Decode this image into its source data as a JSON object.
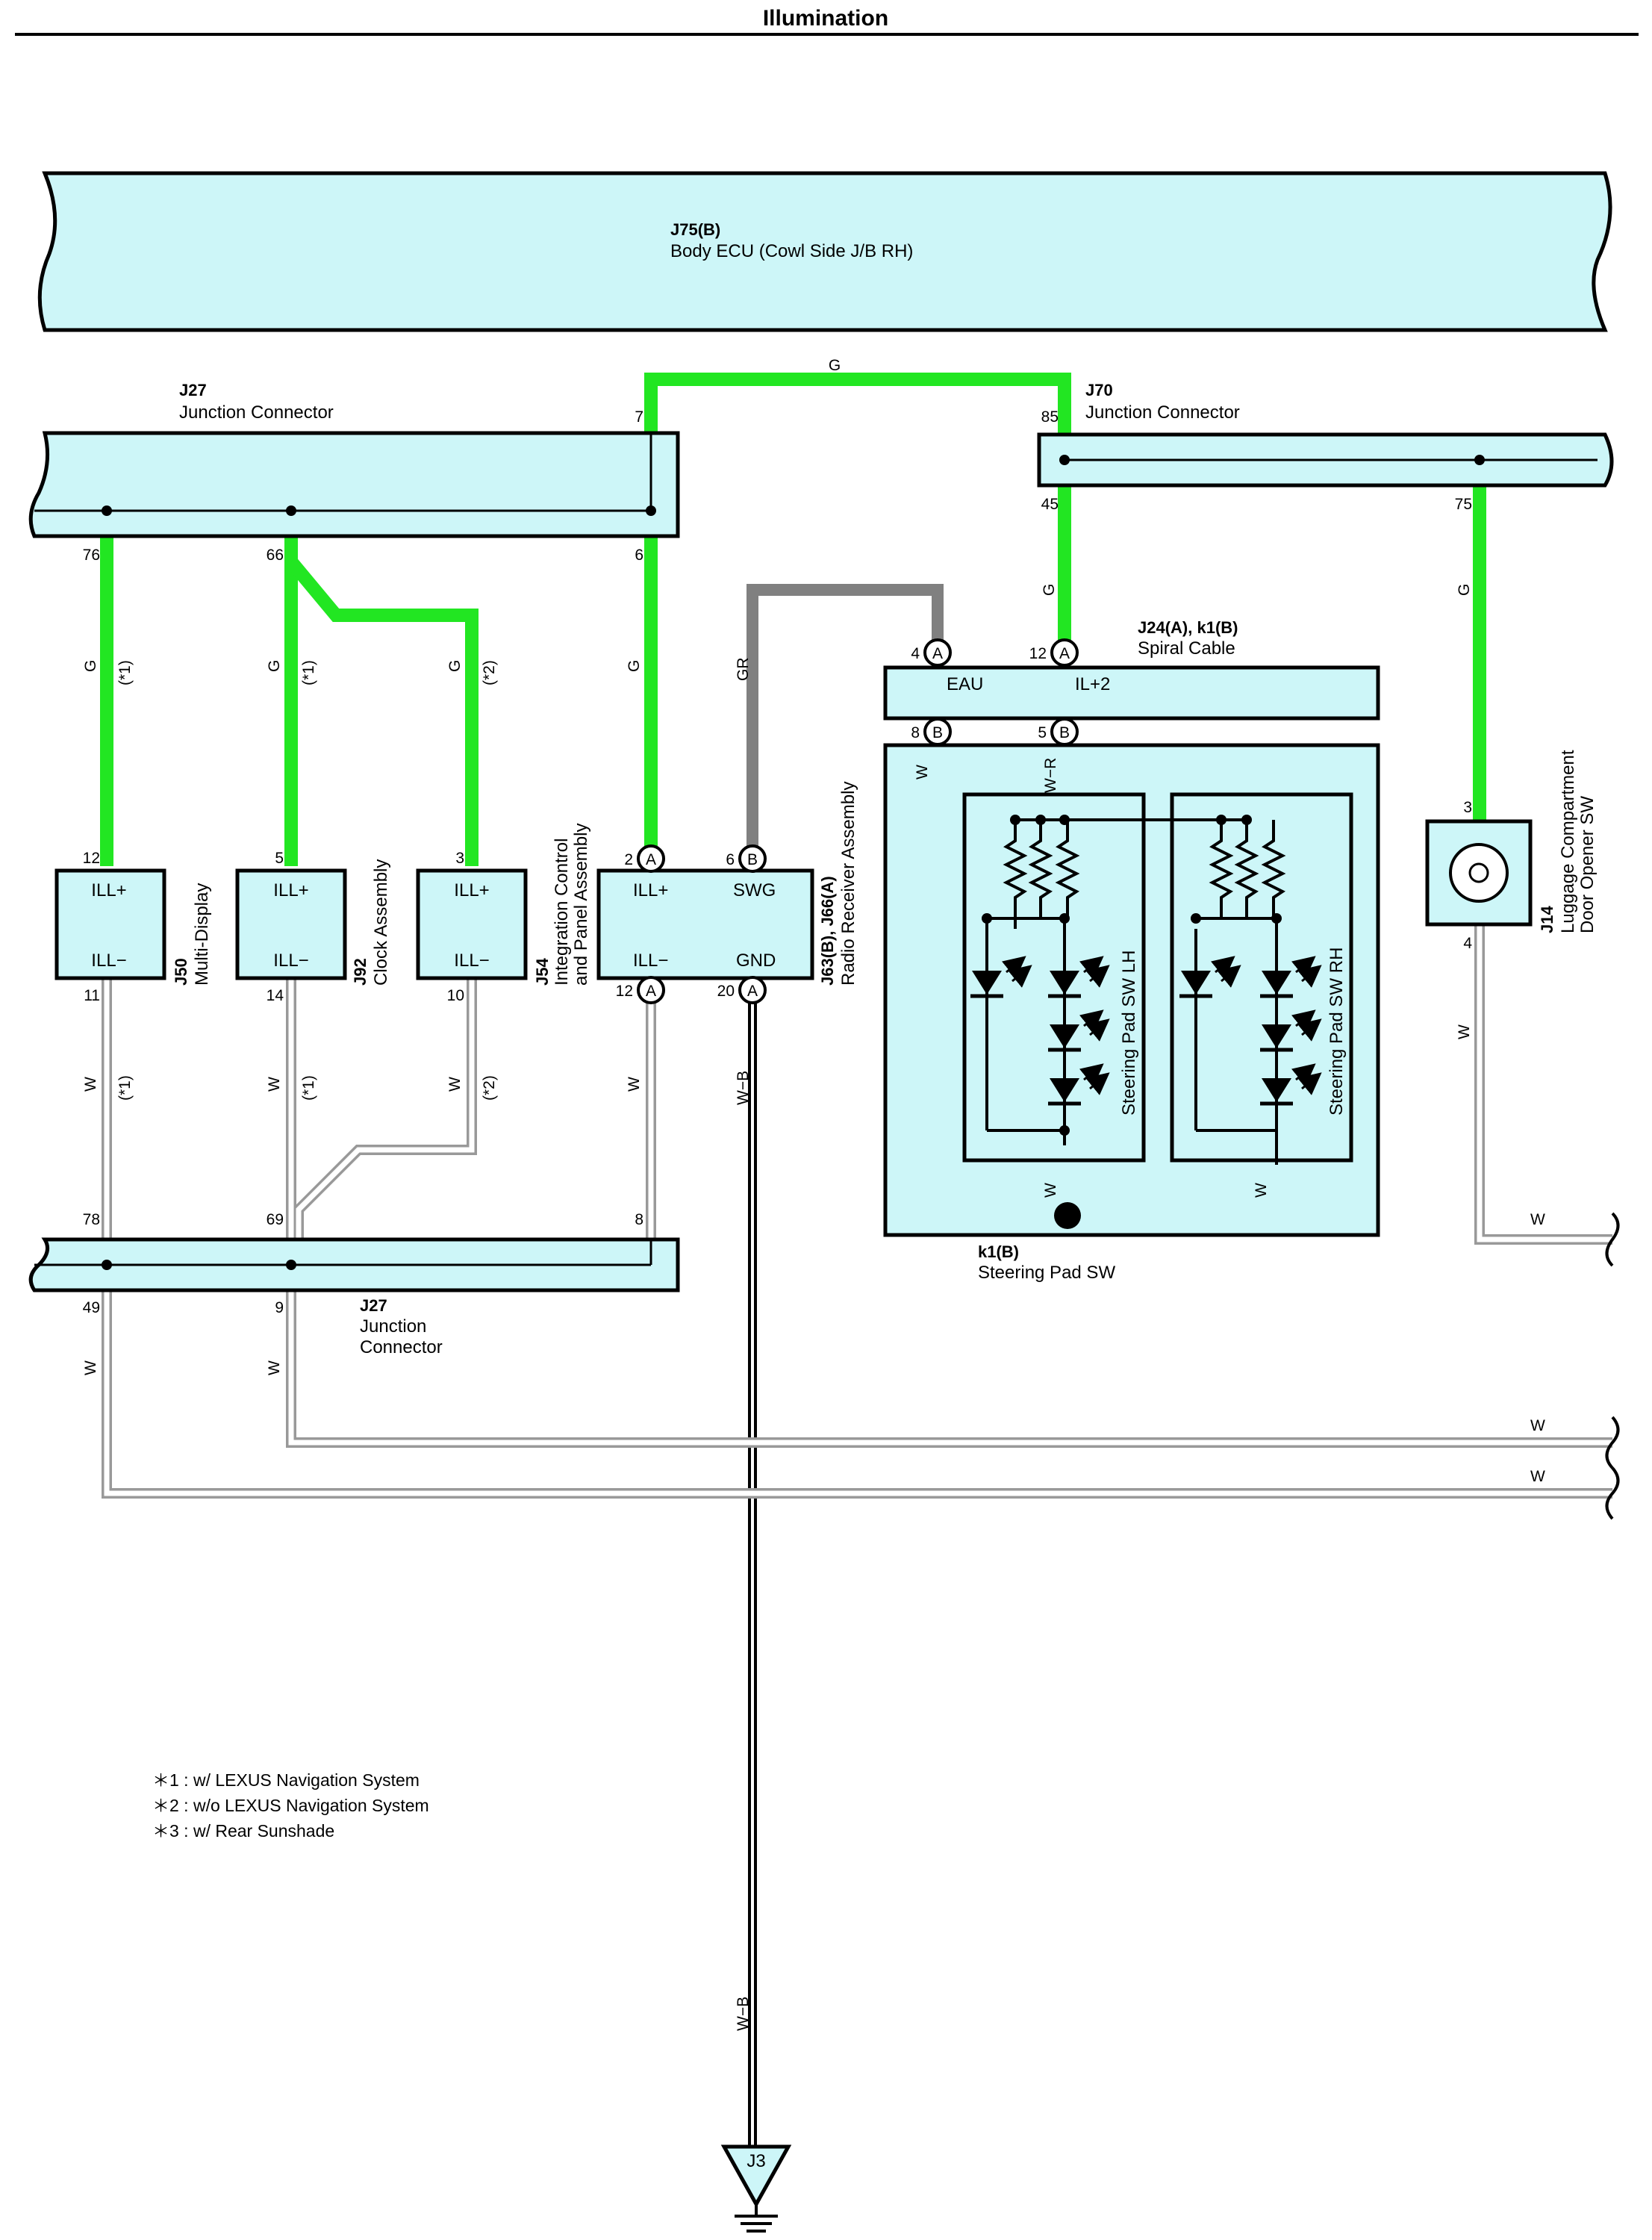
{
  "title": "Illumination",
  "colors": {
    "component_fill": "#cdf6f8",
    "wire_green": "#22e622",
    "wire_gray": "#808080",
    "wire_white_outline": "#999999",
    "wire_black": "#000000",
    "wire_red": "#e00000"
  },
  "components": {
    "body_ecu": {
      "code": "J75(B)",
      "name": "Body ECU (Cowl Side J/B RH)"
    },
    "j27_top": {
      "code": "J27",
      "name": "Junction Connector"
    },
    "j70": {
      "code": "J70",
      "name": "Junction Connector"
    },
    "spiral": {
      "code": "J24(A), k1(B)",
      "name": "Spiral Cable",
      "pin_eau": "EAU",
      "pin_il2": "IL+2"
    },
    "j50": {
      "code": "J50",
      "name": "Multi-Display",
      "pin_top": "ILL+",
      "pin_bottom": "ILL−"
    },
    "j92": {
      "code": "J92",
      "name": "Clock Assembly",
      "pin_top": "ILL+",
      "pin_bottom": "ILL−"
    },
    "j92b": {
      "pin_top": "ILL+",
      "pin_bottom": "ILL−"
    },
    "j54": {
      "code": "J54",
      "name_line1": "Integration Control",
      "name_line2": "and Panel Assembly",
      "pin_ill_plus": "ILL+",
      "pin_ill_minus": "ILL−",
      "pin_swg": "SWG",
      "pin_gnd": "GND"
    },
    "j63": {
      "code": "J63(B), J66(A)",
      "name": "Radio Receiver Assembly"
    },
    "j14": {
      "code": "J14",
      "name_line1": "Luggage Compartment",
      "name_line2": "Door Opener SW"
    },
    "steering_lh": {
      "name": "Steering Pad SW LH"
    },
    "steering_rh": {
      "name": "Steering Pad SW RH"
    },
    "k1": {
      "code": "k1(B)",
      "name": "Steering Pad SW"
    },
    "j27_bottom": {
      "code": "J27",
      "name_line1": "Junction",
      "name_line2": "Connector"
    },
    "ground": {
      "code": "J3"
    }
  },
  "pins": {
    "p7": "7",
    "p6": "6",
    "p76": "76",
    "p66": "66",
    "p85": "85",
    "p45": "45",
    "p75": "75",
    "p12_spiral": "12",
    "p4_spiral": "4",
    "p8": "8",
    "p5_spiral": "5",
    "p12_j50": "12",
    "p5_j92": "5",
    "p3_j92b": "3",
    "p2_j54": "2",
    "p6_j63": "6",
    "p11": "11",
    "p14": "14",
    "p10": "10",
    "p12_j54b": "12",
    "p20": "20",
    "p3_j14": "3",
    "p4_j14": "4",
    "p78": "78",
    "p69": "69",
    "p8_j27b": "8",
    "p49": "49",
    "p9": "9"
  },
  "connector_letters": {
    "a": "A",
    "b": "B"
  },
  "wire_colors": {
    "g": "G",
    "gr": "GR",
    "w": "W",
    "wb": "W−B",
    "wr": "W−R"
  },
  "markers": {
    "m1": "(*1)",
    "m2": "(*2)"
  },
  "notes": [
    "＊1 : w/ LEXUS Navigation System",
    "＊2 : w/o LEXUS Navigation System",
    "＊3 : w/ Rear Sunshade"
  ]
}
